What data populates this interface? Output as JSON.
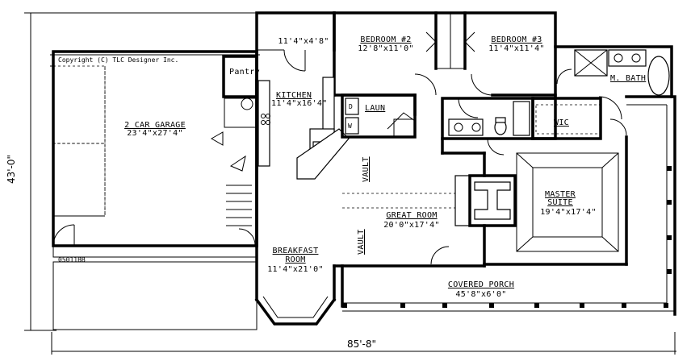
{
  "rooms": {
    "porch_small": {
      "dims": "11'4\"x4'8\""
    },
    "bedroom2": {
      "name": "BEDROOM #2",
      "dims": "12'8\"x11'0\""
    },
    "bedroom3": {
      "name": "BEDROOM #3",
      "dims": "11'4\"x11'4\""
    },
    "garage": {
      "name": "2 CAR GARAGE",
      "dims": "23'4\"x27'4\""
    },
    "pantry": {
      "name": "Pantry"
    },
    "kitchen": {
      "name": "KITCHEN",
      "dims": "11'4\"x16'4\""
    },
    "laundry": {
      "name": "LAUN"
    },
    "master_bath": {
      "name": "M. BATH"
    },
    "wic": {
      "name": "WIC"
    },
    "master_suite": {
      "name1": "MASTER",
      "name2": "SUITE",
      "dims": "19'4\"x17'4\""
    },
    "great_room": {
      "name": "GREAT ROOM",
      "dims": "20'0\"x17'4\""
    },
    "breakfast_room": {
      "name1": "BREAKFAST",
      "name2": "ROOM",
      "dims": "11'4\"x21'0\""
    },
    "covered_porch": {
      "name": "COVERED PORCH",
      "dims": "45'8\"x6'0\""
    }
  },
  "labels": {
    "vault_upper": "VAULT",
    "vault_lower": "VAULT",
    "copyright": "Copyright (C) TLC Designer Inc.",
    "plan_number": "05011BB",
    "overall_width": "85'-8\"",
    "overall_depth": "43'-0\""
  }
}
